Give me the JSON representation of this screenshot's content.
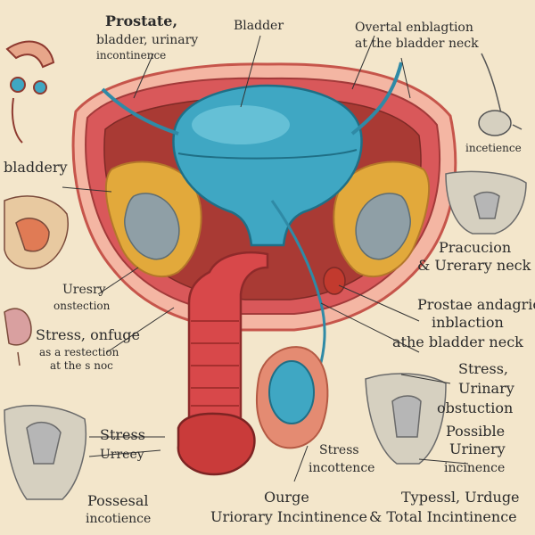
{
  "labels": {
    "top_left_1": "Prostate,",
    "top_left_2": "bladder, urinary",
    "top_left_3": "incontinence",
    "top_center": "Bladder",
    "top_right_1": "Overtal enblagtion",
    "top_right_2": "at the bladder neck",
    "left_bladdery": "bladdery",
    "right_incetience": "incetience",
    "left_urinary_1": "Uresry",
    "left_urinary_2": "onstection",
    "right_pracucion_1": "Pracucion",
    "right_pracucion_2": "& Urerary neck",
    "left_stress_1": "Stress, onfuge",
    "left_stress_2": "as a restection",
    "left_stress_3": "at the s noc",
    "right_prostae_1": "Prostae andagrio",
    "right_prostae_2": "inblaction",
    "right_prostae_3": "athe bladder neck",
    "right_stress_1": "Stress,",
    "right_stress_2": "Urinary",
    "right_stress_3": "obstuction",
    "left_stress_bottom": "Stress",
    "left_urreey": "Urreey",
    "right_possible_1": "Possible",
    "right_possible_2": "Urinery",
    "right_possible_3": "incinence",
    "center_stress_1": "Stress",
    "center_stress_2": "incottence",
    "bottom_left_1": "Possesal",
    "bottom_left_2": "incotience",
    "bottom_center_1": "Ourge",
    "bottom_center_2": "Uriorary Incintinence",
    "bottom_right_1": "Typessl, Urduge",
    "bottom_right_2": "& Total Incintinence"
  },
  "colors": {
    "background": "#f3e6cb",
    "bladder": "#3fa7c3",
    "tissue_red": "#d8484a",
    "tissue_pink": "#f2a79b",
    "fat_yellow": "#e2a93b"
  }
}
